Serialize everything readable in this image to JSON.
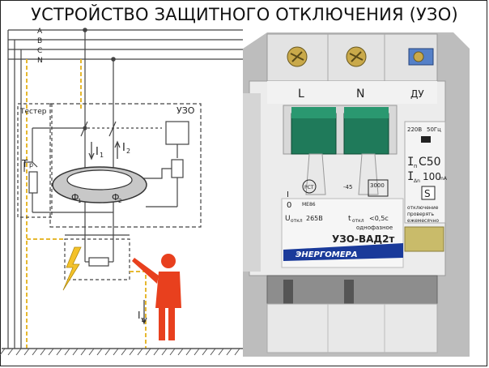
{
  "title": "УСТРОЙСТВО ЗАЩИТНОГО ОТКЛЮЧЕНИЯ (УЗО)",
  "schematic": {
    "phase_a": "A",
    "phase_b": "B",
    "phase_c": "C",
    "neutral": "N",
    "tester_label": "Тестер",
    "tester_button": "Т",
    "tester_button_sub": "р",
    "rcd_label": "УЗО",
    "current_1": "I",
    "current_1_sub": "1",
    "current_2": "I",
    "current_2_sub": "2",
    "flux_1": "Ф",
    "flux_1_sub": "1",
    "flux_2": "Ф",
    "flux_2_sub": "2",
    "leak_current": "I",
    "leak_current_sub": "Δ"
  },
  "device": {
    "terminal_l": "L",
    "terminal_n": "N",
    "terminal_du": "ДУ",
    "voltage": "220В",
    "frequency": "50Гц",
    "rating_prefix": "I",
    "rating_prefix_sub": "n",
    "rating": "C50",
    "leak_prefix": "I",
    "leak_prefix_sub": "Δn",
    "leak_rating": "100",
    "leak_unit": "mA",
    "class_s": "S",
    "cert_mark": "РСТ",
    "cert_code": "МЕ86",
    "temp": "-45",
    "capacity": "3000",
    "switch_on": "I",
    "switch_off": "0",
    "u_label": "U",
    "u_sub": "откл",
    "u_value": "265В",
    "t_label": "t",
    "t_sub": "откл",
    "t_value": "<0,5с",
    "phase_type": "однофазное",
    "model": "УЗО-ВАД2т",
    "test_note_1": "отключение",
    "test_note_2": "проверять",
    "test_note_3": "ежемесячно",
    "brand": "ЭНЕРГОМЕРА"
  },
  "colors": {
    "wire": "#444444",
    "pe_wire": "#e6b830",
    "person": "#e8401e",
    "body_white": "#ececec",
    "lever_green": "#1f7a5a",
    "brand_blue": "#1a3a9a",
    "test_button": "#c9bb6a"
  }
}
